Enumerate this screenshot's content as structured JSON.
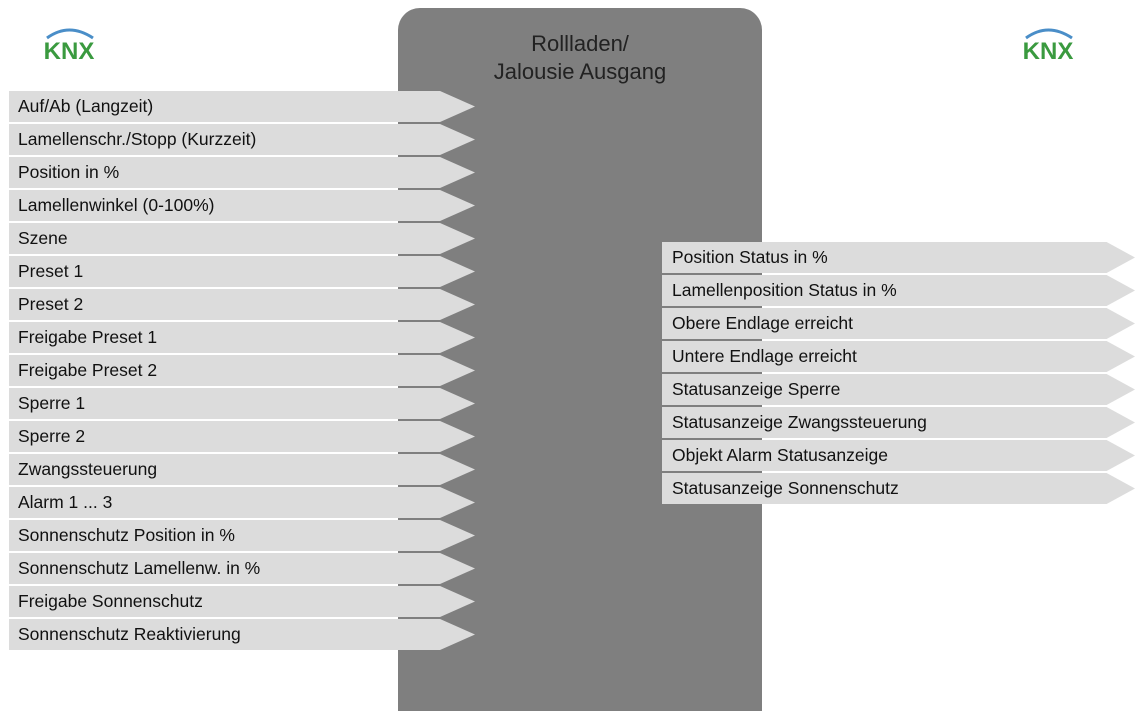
{
  "logos": {
    "left": "KNX",
    "right": "KNX"
  },
  "colors": {
    "knx_green": "#3a9a3f",
    "knx_arc": "#4a8ec8",
    "block": "#7f7f7f",
    "arrow": "#dcdcdc"
  },
  "device": {
    "title_line1": "Rollladen/",
    "title_line2": "Jalousie Ausgang"
  },
  "inputs": [
    "Auf/Ab (Langzeit)",
    "Lamellenschr./Stopp (Kurzzeit)",
    "Position in %",
    "Lamellenwinkel (0-100%)",
    "Szene",
    "Preset 1",
    "Preset 2",
    "Freigabe Preset 1",
    "Freigabe Preset 2",
    "Sperre 1",
    "Sperre 2",
    "Zwangssteuerung",
    "Alarm 1 ... 3",
    "Sonnenschutz Position in %",
    "Sonnenschutz Lamellenw. in %",
    "Freigabe Sonnenschutz",
    "Sonnenschutz Reaktivierung"
  ],
  "outputs": [
    "Position Status in %",
    "Lamellenposition Status in %",
    "Obere Endlage erreicht",
    "Untere Endlage erreicht",
    "Statusanzeige Sperre",
    "Statusanzeige Zwangssteuerung",
    "Objekt Alarm Statusanzeige",
    "Statusanzeige Sonnenschutz"
  ]
}
